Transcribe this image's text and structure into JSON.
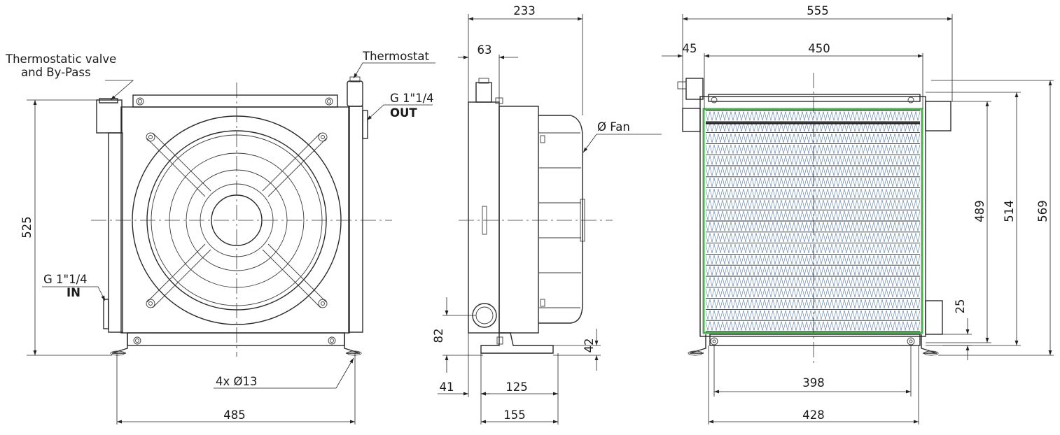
{
  "labels": {
    "thermostatic_valve_line1": "Thermostatic valve",
    "thermostatic_valve_line2": "and By-Pass",
    "thermostat": "Thermostat",
    "outlet_thread": "G 1\"1/4",
    "outlet_word": "OUT",
    "inlet_thread": "G 1\"1/4",
    "inlet_word": "IN",
    "mounting_holes": "4x Ø13",
    "fan": "Ø Fan"
  },
  "dimensions": {
    "front_height": "525",
    "front_width": "485",
    "side_depth": "233",
    "side_top_offset": "63",
    "side_port_height": "82",
    "side_foot_height": "42",
    "side_foot_offset": "41",
    "side_foot_inner": "125",
    "side_foot_outer": "155",
    "rear_total_width": "555",
    "rear_left_offset": "45",
    "rear_core_width": "450",
    "rear_core_height": "489",
    "rear_frame_height": "514",
    "rear_total_height": "569",
    "rear_port_height": "25",
    "rear_foot_inner": "398",
    "rear_foot_outer": "428"
  },
  "colors": {
    "line": "#2a2a2a",
    "fin": "#4a6fa0",
    "core_highlight": "#4caf50"
  },
  "icons": {
    "dimension_arrow": "arrow-head",
    "leader": "leader-line"
  }
}
